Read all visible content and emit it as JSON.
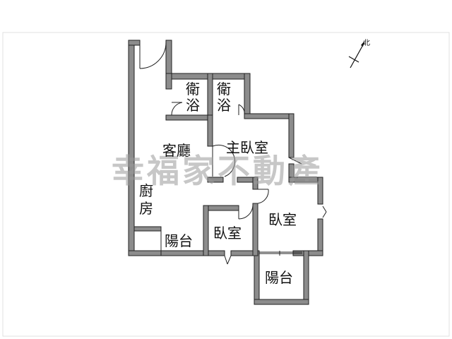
{
  "plan": {
    "rooms": {
      "bath_left": [
        "衛",
        "浴"
      ],
      "bath_right": [
        "衛",
        "浴"
      ],
      "living": "客廳",
      "master_bedroom": "主臥室",
      "kitchen": [
        "廚",
        "房"
      ],
      "balcony_left": "陽台",
      "bedroom_small": "臥室",
      "bedroom_right": "臥室",
      "balcony_bottom": "陽台"
    },
    "north": "北",
    "watermark": "幸福家不動產"
  }
}
